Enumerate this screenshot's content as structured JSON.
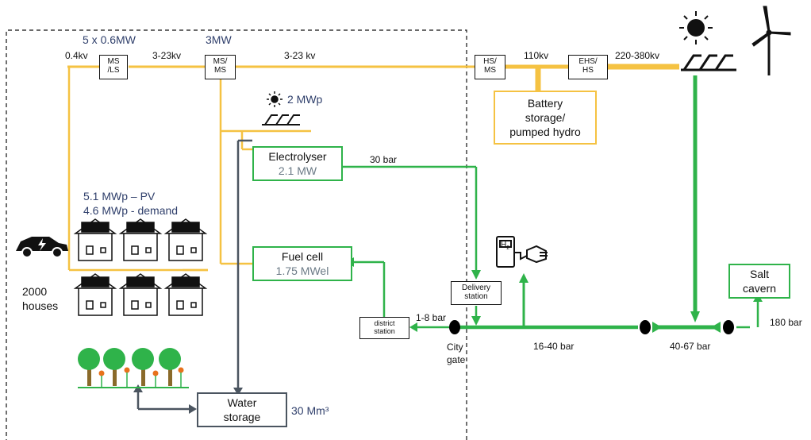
{
  "colors": {
    "electric": "#f5c242",
    "hydrogen": "#2fb34a",
    "water": "#4b5560",
    "text_blue": "#2f3f6b",
    "boundary": "#111111"
  },
  "labels": {
    "mv_transformers": "5 x 0.6MW",
    "mv_transformer": "3MW",
    "v04": "0.4kv",
    "v3_23a": "3-23kv",
    "v3_23b": "3-23 kv",
    "v110": "110kv",
    "v220_380": "220-380kv",
    "pv_small": "2 MWp",
    "pv_homes": "5.1 MWp – PV",
    "demand": "4.6 MWp - demand",
    "houses_1": "2000",
    "houses_2": "houses",
    "p30": "30 bar",
    "p1_8": "1-8 bar",
    "p16_40": "16-40 bar",
    "p40_67": "40-67 bar",
    "p180": "180 bar",
    "city_gate_1": "City",
    "city_gate_2": "gate",
    "water_volume": "30 Mm³",
    "h2_sub": "H",
    "h2_index": "2"
  },
  "boxes": {
    "ms_ls_1": "MS",
    "ms_ls_2": "/LS",
    "ms_ms_1": "MS/",
    "ms_ms_2": "MS",
    "hs_ms_1": "HS/",
    "hs_ms_2": "MS",
    "ehs_hs_1": "EHS/",
    "ehs_hs_2": "HS",
    "battery_1": "Battery",
    "battery_2": "storage/",
    "battery_3": "pumped hydro",
    "electrolyser_title": "Electrolyser",
    "electrolyser_power": "2.1 MW",
    "fuel_cell_title": "Fuel cell",
    "fuel_cell_power": "1.75 MWel",
    "district_1": "district",
    "district_2": "station",
    "delivery_1": "Delivery",
    "delivery_2": "station",
    "salt_1": "Salt",
    "salt_2": "cavern",
    "water_1": "Water",
    "water_2": "storage"
  }
}
